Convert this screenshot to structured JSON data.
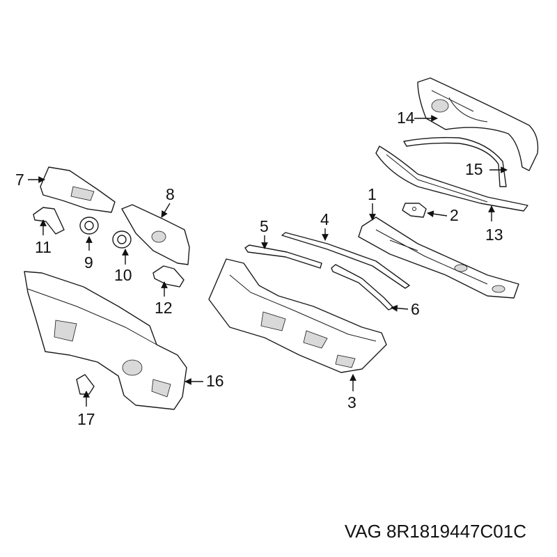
{
  "labels": {
    "l1": "1",
    "l2": "2",
    "l3": "3",
    "l4": "4",
    "l5": "5",
    "l6": "6",
    "l7": "7",
    "l8": "8",
    "l9": "9",
    "l10": "10",
    "l11": "11",
    "l12": "12",
    "l13": "13",
    "l14": "14",
    "l15": "15",
    "l16": "16",
    "l17": "17"
  },
  "caption": "VAG 8R1819447C01C"
}
